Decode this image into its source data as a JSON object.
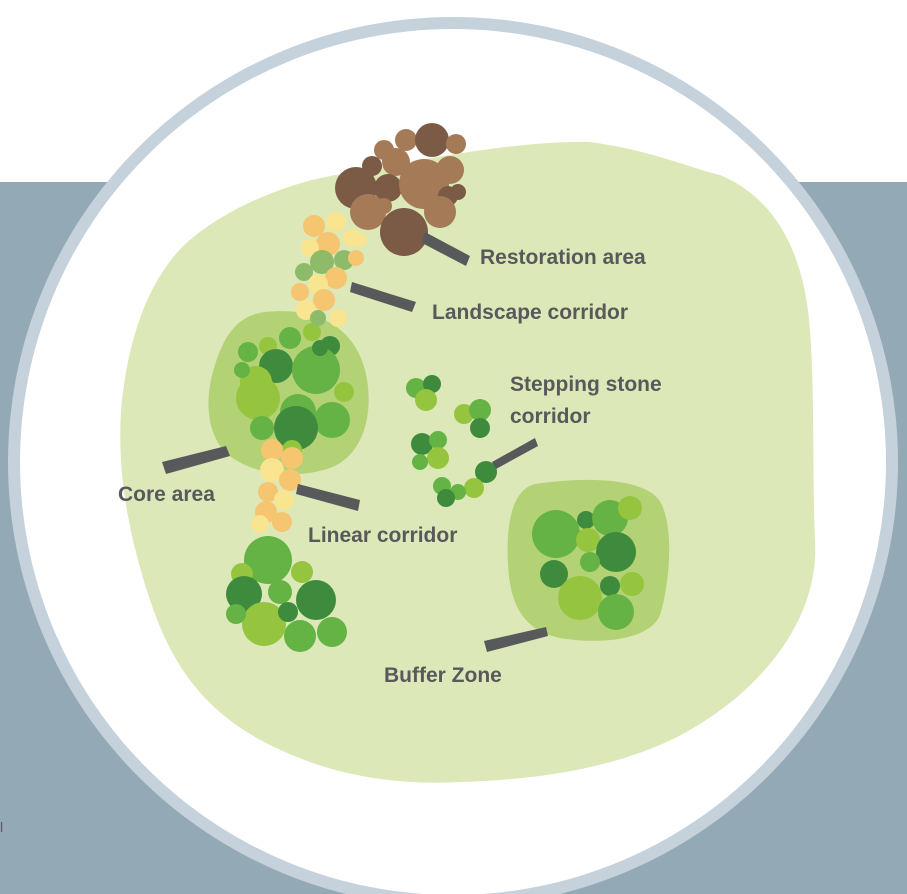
{
  "colors": {
    "background_band": "#93a9b6",
    "circle_border": "#c5d1db",
    "circle_fill": "#ffffff",
    "land": "#dde8b9",
    "zone_halo": "#b3d276",
    "green_light": "#95c43f",
    "green_mid": "#64b344",
    "green_dark": "#3e8b3e",
    "corridor_orange": "#f6c56f",
    "corridor_yellow": "#f9e48f",
    "corridor_sage": "#8dbb6a",
    "restoration_brown": "#7b5b45",
    "restoration_tan": "#a47b56",
    "pointer": "#58595b",
    "label_text": "#58595b"
  },
  "labels": {
    "restoration_area": "Restoration area",
    "landscape_corridor": "Landscape corridor",
    "stepping_stone_line1": "Stepping stone",
    "stepping_stone_line2": "corridor",
    "core_area": "Core area",
    "linear_corridor": "Linear corridor",
    "buffer_zone": "Buffer Zone"
  },
  "edge_mark": "l"
}
